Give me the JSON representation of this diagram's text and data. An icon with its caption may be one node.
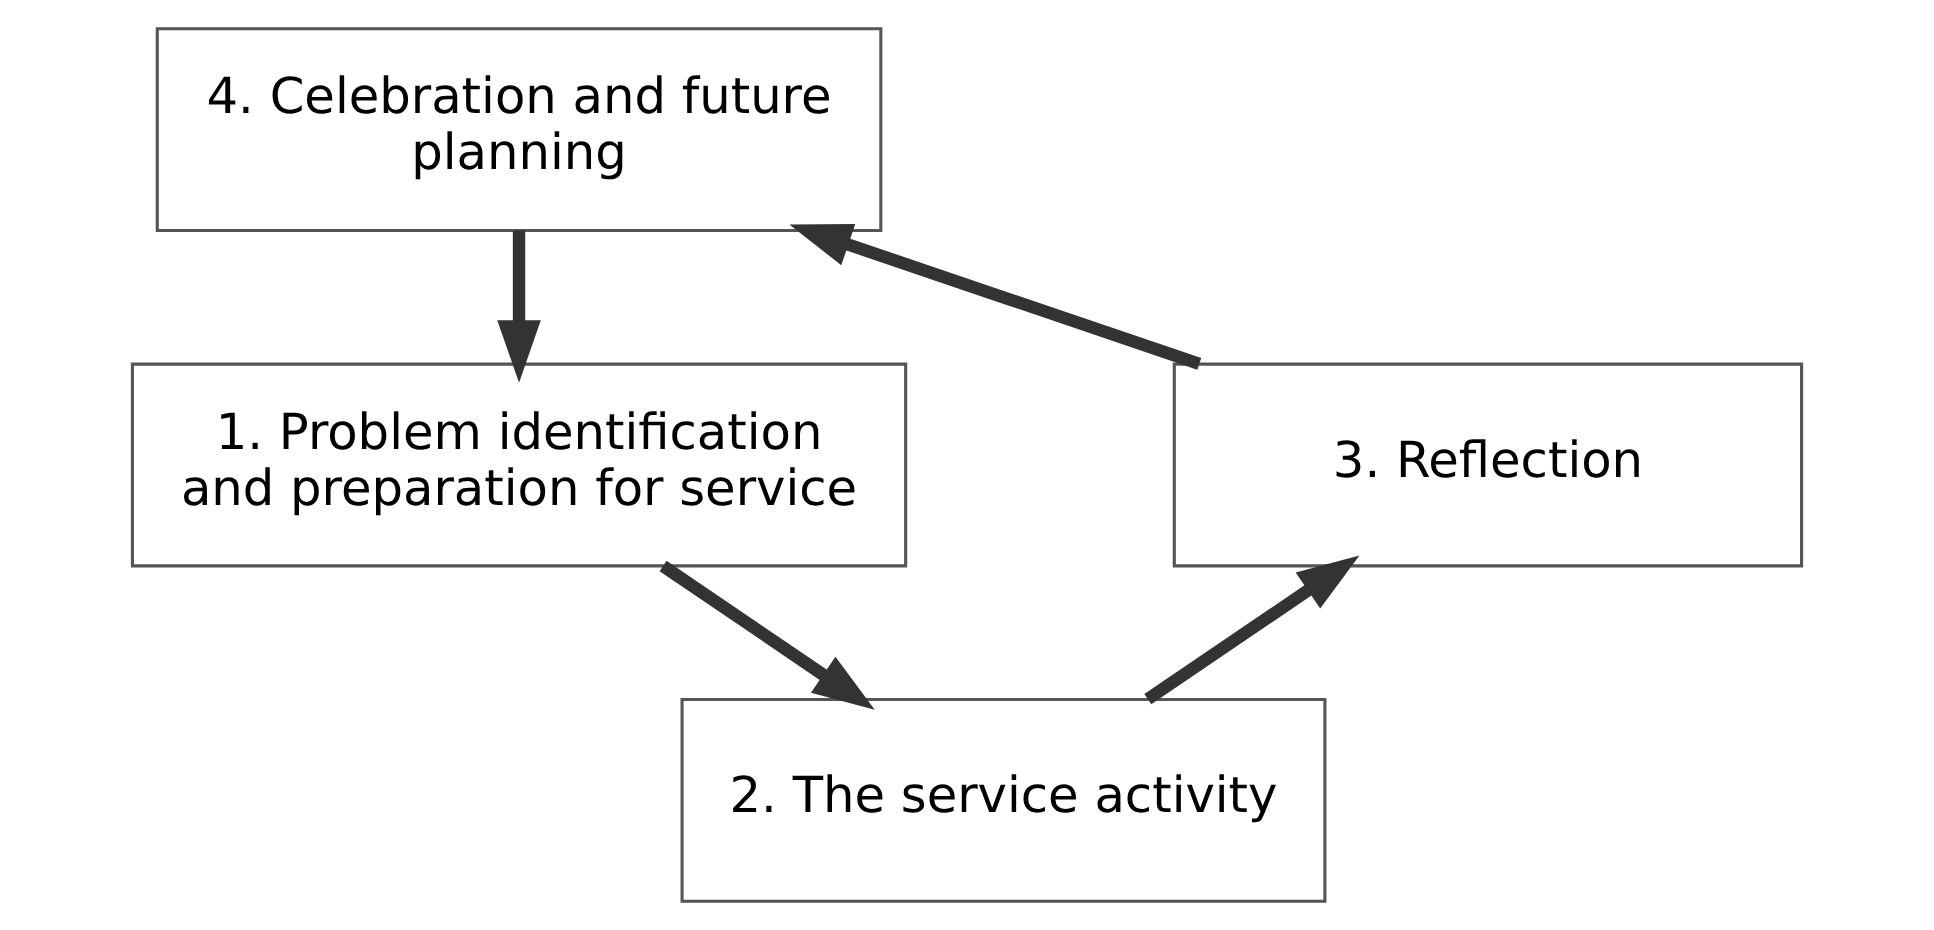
{
  "diagram": {
    "nodes": [
      {
        "text": [
          "4. Celebration and future planning"
        ]
      },
      {
        "text": [
          "1. Problem identification and preparation for service"
        ]
      },
      {
        "text": [
          "2. The service activity"
        ]
      },
      {
        "text": [
          "3. Reflection"
        ]
      }
    ],
    "edges": [
      {
        "from": 0,
        "to": 1,
        "arrow": "to"
      },
      {
        "from": 1,
        "to": 2,
        "arrow": "to"
      },
      {
        "from": 2,
        "to": 3,
        "arrow": "to"
      },
      {
        "from": 3,
        "to": 0,
        "arrow": "to"
      }
    ]
  }
}
